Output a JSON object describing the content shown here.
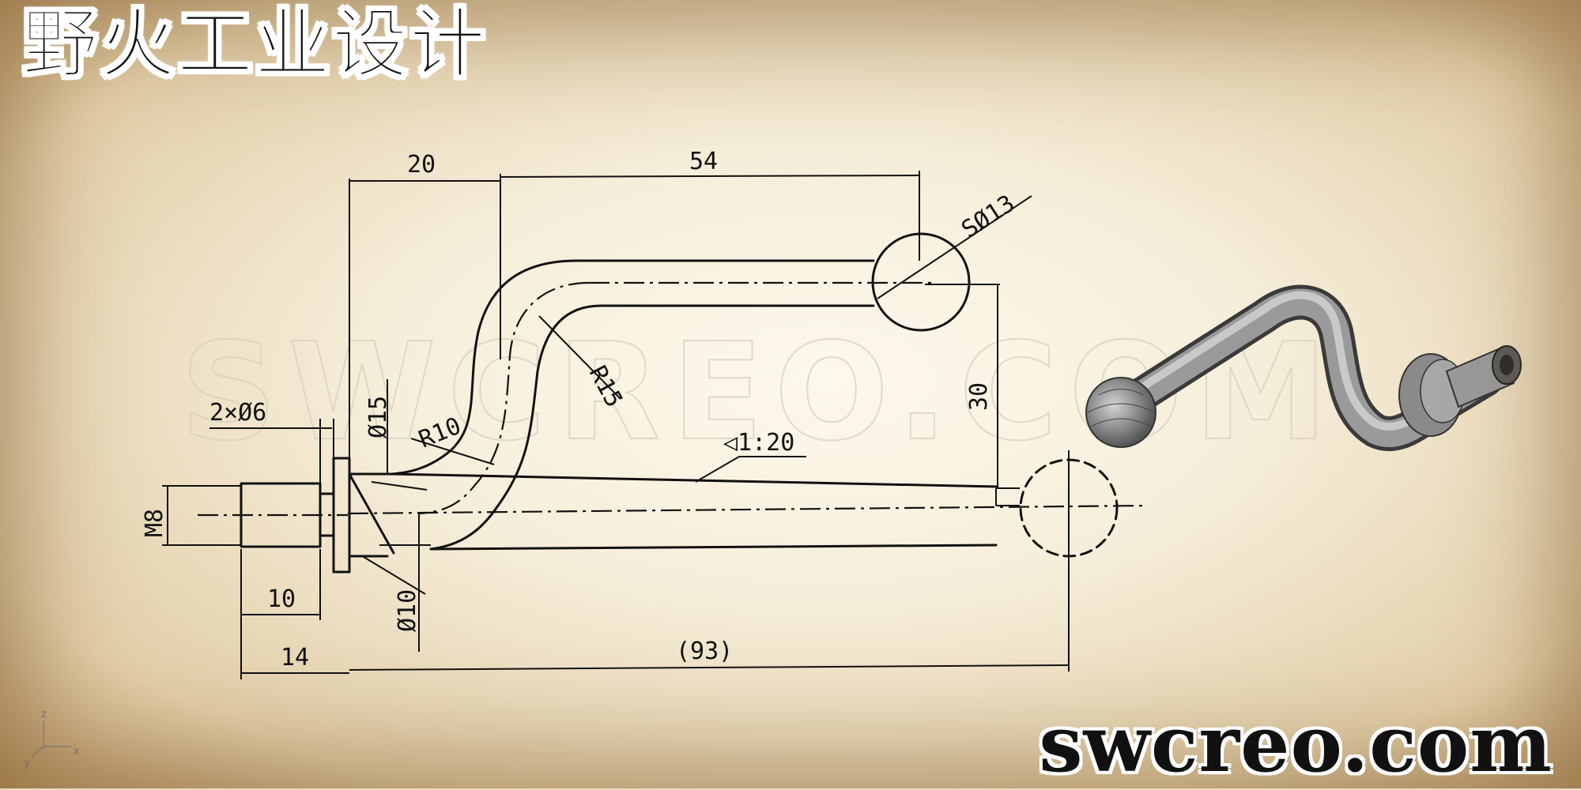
{
  "brand_title": "野火工业设计",
  "watermark": "SWCREO.COM",
  "site_url": "swcreo.com",
  "drawing": {
    "dimensions": {
      "d20": "20",
      "d54": "54",
      "s13": "SØ13",
      "r15": "R15",
      "r10": "R10",
      "d30": "30",
      "hole": "2×Ø6",
      "dia15": "Ø15",
      "taper": "◁1:20",
      "m8": "M8",
      "d10": "10",
      "dia10": "Ø10",
      "d14": "14",
      "d93": "(93)"
    },
    "axis_labels": {
      "x": "x",
      "y": "y",
      "z": "z"
    }
  },
  "colors": {
    "paper": "#f6eeda",
    "ink": "#111111",
    "model": "#8a8a8a"
  }
}
